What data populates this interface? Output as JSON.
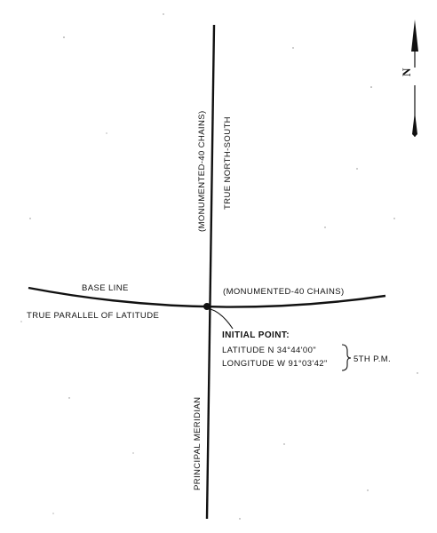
{
  "labels": {
    "meridian_upper_left": "(MONUMENTED-40 CHAINS)",
    "meridian_upper_right": "TRUE NORTH-SOUTH",
    "base_line": "BASE LINE",
    "base_line_right": "(MONUMENTED-40 CHAINS)",
    "parallel": "TRUE PARALLEL OF LATITUDE",
    "initial_point": "INITIAL POINT:",
    "latitude": "LATITUDE N 34°44'00\"",
    "longitude": "LONGITUDE W 91°03'42\"",
    "pm": "5TH P.M.",
    "principal_meridian": "PRINCIPAL MERIDIAN",
    "north": "N"
  },
  "icons": {
    "north_arrow": "north-arrow-icon",
    "initial_point": "initial-point-marker-icon"
  }
}
